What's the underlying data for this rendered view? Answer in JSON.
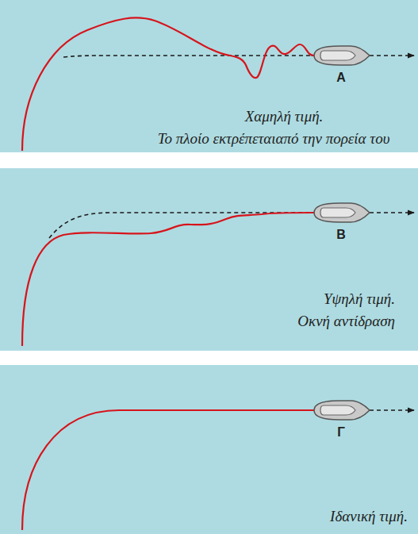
{
  "diagram": {
    "labels": [
      "Α",
      "Χαμηλή τιμή.",
      "Το πλοίο εκτρέπεταιαπό την πορεία του",
      "Β",
      "Υψηλή τιμή.",
      "Οκνή αντίδραση",
      "Γ",
      "Ιδανική τιμή."
    ]
  }
}
